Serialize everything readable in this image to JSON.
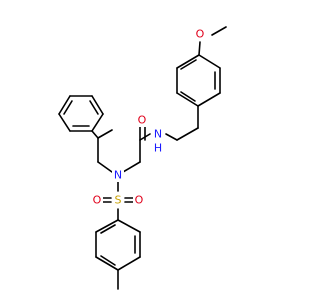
{
  "colors": {
    "bond": "#000000",
    "O": "#e0001a",
    "N": "#1a1aff",
    "S": "#c8a000"
  },
  "atoms": {
    "o_methoxy": "O",
    "o_carbonyl": "O",
    "n_amide": "N",
    "h_amide": "H",
    "n_sulfonamide": "N",
    "s_sulfonyl": "S",
    "o_sulfonyl_left": "O",
    "o_sulfonyl_right": "O"
  }
}
